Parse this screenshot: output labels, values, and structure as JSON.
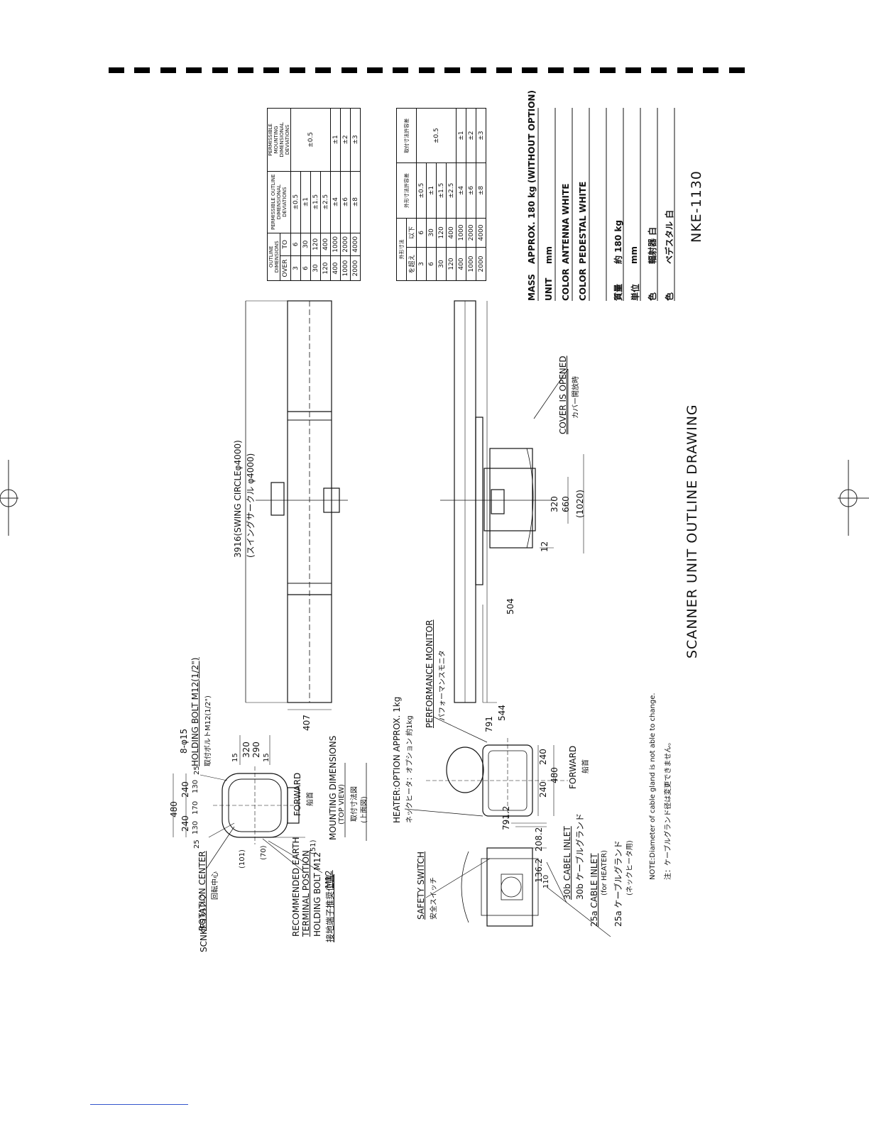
{
  "drawing": {
    "title": "SCANNER UNIT OUTLINE DRAWING",
    "model": "NKE-1130",
    "code": "SCNKE5312-2"
  },
  "labels": {
    "swing_circle_en": "3916(SWING CIRCLEφ4000)",
    "swing_circle_jp": "(スイングサークル  φ4000)",
    "cover_opened_en": "COVER IS OPENED",
    "cover_opened_jp": "カバー開放時",
    "perf_monitor_en": "PERFORMANCE MONITOR",
    "perf_monitor_jp": "パフォーマンスモニタ",
    "heater_en": "HEATER:OPTION APPROX. 1kg",
    "heater_jp": "ネックヒータ：オプション  約1kg",
    "forward_en": "FORWARD",
    "forward_jp": "船首",
    "rotation_center_en": "ROTATION CENTER",
    "rotation_center_jp": "回転中心",
    "earth_en_1": "RECOMMENDED EARTH",
    "earth_en_2": "TERMINAL POSITION",
    "earth_jp": "接地端子推奨位置",
    "hold_bolt_m12": "HOLDING BOLT M12",
    "hold_bolt_m12_jp": "M12",
    "hold_bolt_top_en": "HOLDING BOLT M12(1/2\")",
    "hold_bolt_top_jp": "取付ボルトM12(1/2\")",
    "holes": "8-φ15",
    "mount_en_1": "MOUNTING DIMENSIONS",
    "mount_en_2": "(TOP VIEW)",
    "mount_jp_1": "取付寸法図",
    "mount_jp_2": "(上面図)",
    "safety_en": "SAFETY SWITCH",
    "safety_jp": "安全スイッチ",
    "inlet30_en": "30b CABEL INLET",
    "inlet30_jp": "30b ケーブルグランド",
    "inlet25_en": "25a CABLE INLET",
    "inlet25_en2": "(for HEATER)",
    "inlet25_jp": "25a ケーブルグランド",
    "inlet25_jp2": "(ネックヒータ用)",
    "note_en": "NOTE:Diameter of cable gland is not able to change.",
    "note_jp": "注：ケーブルグランド径は変更できません。"
  },
  "dims": {
    "d407": "407",
    "d791": "791",
    "d544": "544",
    "d504": "504",
    "d12": "12",
    "d320": "320",
    "d660": "660",
    "d1020": "(1020)",
    "d320b": "320",
    "d290": "290",
    "d15a": "15",
    "d15b": "15",
    "d480": "480",
    "d240a": "240",
    "d240b": "240",
    "d130a": "130",
    "d170": "170",
    "d130b": "130",
    "d25a": "25",
    "d25b": "25",
    "d101": "(101)",
    "d70": "(70)",
    "d51": "(51)",
    "d7912": "791.2",
    "d240c": "240",
    "d240d": "240",
    "d480b": "480",
    "d2082": "208.2",
    "d1362": "136.2",
    "d110": "110"
  },
  "specs": {
    "en": [
      {
        "k": "MASS",
        "v": "APPROX.  180 kg (WITHOUT OPTION)"
      },
      {
        "k": "UNIT",
        "v": "mm"
      },
      {
        "k": "COLOR",
        "v": "ANTENNA  WHITE"
      },
      {
        "k": "COLOR",
        "v": "PEDESTAL  WHITE"
      }
    ],
    "jp": [
      {
        "k": "質量",
        "v": "約 180 kg"
      },
      {
        "k": "単位",
        "v": "mm"
      },
      {
        "k": "色",
        "v": "輻射器  白"
      },
      {
        "k": "色",
        "v": "ペデスタル  白"
      }
    ]
  },
  "tolerance_en": {
    "h_outline": "OUTLINE DIMENSIONS",
    "h_over": "OVER",
    "h_to": "TO",
    "h_perm_outline": "PERMISSIBLE OUTLINE DIMENSIONAL DEVIATIONS",
    "h_perm_mount": "PERMISSIBLE MOUNTING DIMENSIONAL DEVIATIONS",
    "over": [
      "3",
      "6",
      "30",
      "120",
      "400",
      "1000",
      "2000"
    ],
    "to": [
      "6",
      "30",
      "120",
      "400",
      "1000",
      "2000",
      "4000"
    ],
    "outline_dev": [
      "±0.5",
      "±1",
      "±1.5",
      "±2.5",
      "±4",
      "±6",
      "±8"
    ],
    "mount_dev": [
      "±0.5",
      "±1",
      "±2",
      "±3"
    ]
  },
  "tolerance_jp": {
    "h_outline": "外形寸法",
    "h_over": "を超え",
    "h_to": "以下",
    "h_perm_outline": "外形寸法許容差",
    "h_perm_mount": "取付寸法許容差",
    "over": [
      "3",
      "6",
      "30",
      "120",
      "400",
      "1000",
      "2000"
    ],
    "to": [
      "6",
      "30",
      "120",
      "400",
      "1000",
      "2000",
      "4000"
    ],
    "outline_dev": [
      "±0.5",
      "±1",
      "±1.5",
      "±2.5",
      "±4",
      "±6",
      "±8"
    ],
    "mount_dev": [
      "±0.5",
      "±1",
      "±2",
      "±3"
    ]
  }
}
